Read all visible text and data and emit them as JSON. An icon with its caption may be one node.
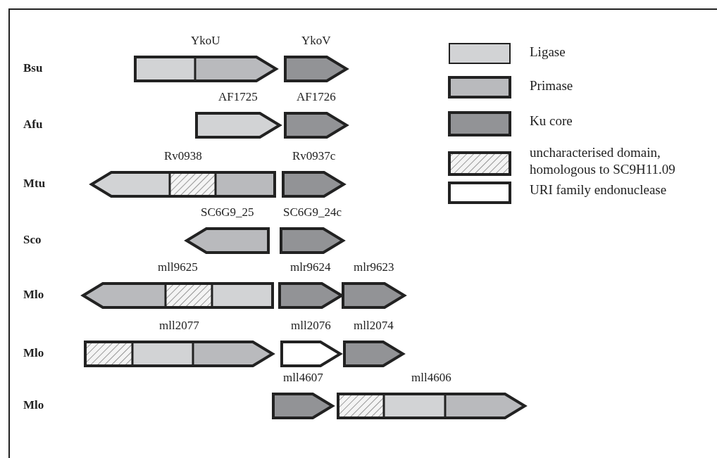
{
  "diagram": {
    "nodes": [
      {
        "text": [
          "YkoU"
        ]
      },
      {
        "text": [
          "YkoV"
        ]
      },
      {
        "text": [
          "AF1725"
        ]
      },
      {
        "text": [
          "AF1726"
        ]
      },
      {
        "text": [
          "Rv0938"
        ]
      },
      {
        "text": [
          "Rv0937c"
        ]
      },
      {
        "text": [
          "SC6G9_25"
        ]
      },
      {
        "text": [
          "SC6G9_24c"
        ]
      },
      {
        "text": [
          "mll9625"
        ]
      },
      {
        "text": [
          "mlr9624"
        ]
      },
      {
        "text": [
          "mlr9623"
        ]
      },
      {
        "text": [
          "mll2077"
        ]
      },
      {
        "text": [
          "mll2076"
        ]
      },
      {
        "text": [
          "mll2074"
        ]
      },
      {
        "text": [
          "mll4607"
        ]
      },
      {
        "text": [
          "mll4606"
        ]
      }
    ],
    "edges": [],
    "labels": [
      "Bsu",
      "Afu",
      "Mtu",
      "Sco",
      "Mlo",
      "Mlo",
      "Mlo"
    ],
    "legend": [
      {
        "text": "Ligase",
        "color": "#d2d3d5"
      },
      {
        "text": "Primase",
        "color": "#b9babd"
      },
      {
        "text": "Ku core",
        "color": "#929396"
      },
      {
        "text": "uncharacterised domain, homologous to SC9H11.09"
      },
      {
        "text": "URI family endonuclease"
      }
    ]
  }
}
